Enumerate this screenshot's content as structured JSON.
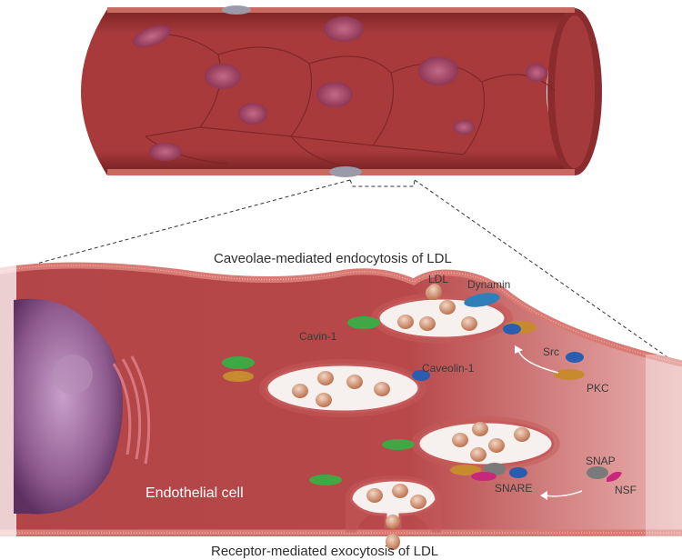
{
  "titles": {
    "top": "Caveolae-mediated endocytosis of LDL",
    "bottom": "Receptor-mediated exocytosis of LDL"
  },
  "labels": {
    "ldl": "LDL",
    "dynamin": "Dynamin",
    "cavin": "Cavin-1",
    "caveolin": "Caveolin-1",
    "src": "Src",
    "pkc": "PKC",
    "snap": "SNAP",
    "nsf": "NSF",
    "snare": "SNARE",
    "endothelial_cell": "Endothelial cell"
  },
  "colors": {
    "vessel_wall": "#a83a3c",
    "vessel_inner": "#9c3033",
    "cell_nucleus": "#b54e6e",
    "cytoplasm": "#b8484a",
    "membrane": "#c55a5a",
    "nucleus_purple": "#8e5a8e",
    "vesicle_fill": "#f6f0ee",
    "ldl_particle": "#b86a45",
    "cavin_green": "#3fa845",
    "dynamin_blue": "#2f7fb8",
    "pkc_orange": "#c88a2e",
    "src_blue": "#2a5cb0",
    "snare_magenta": "#c8287a",
    "label_text": "#3a3a3a"
  }
}
